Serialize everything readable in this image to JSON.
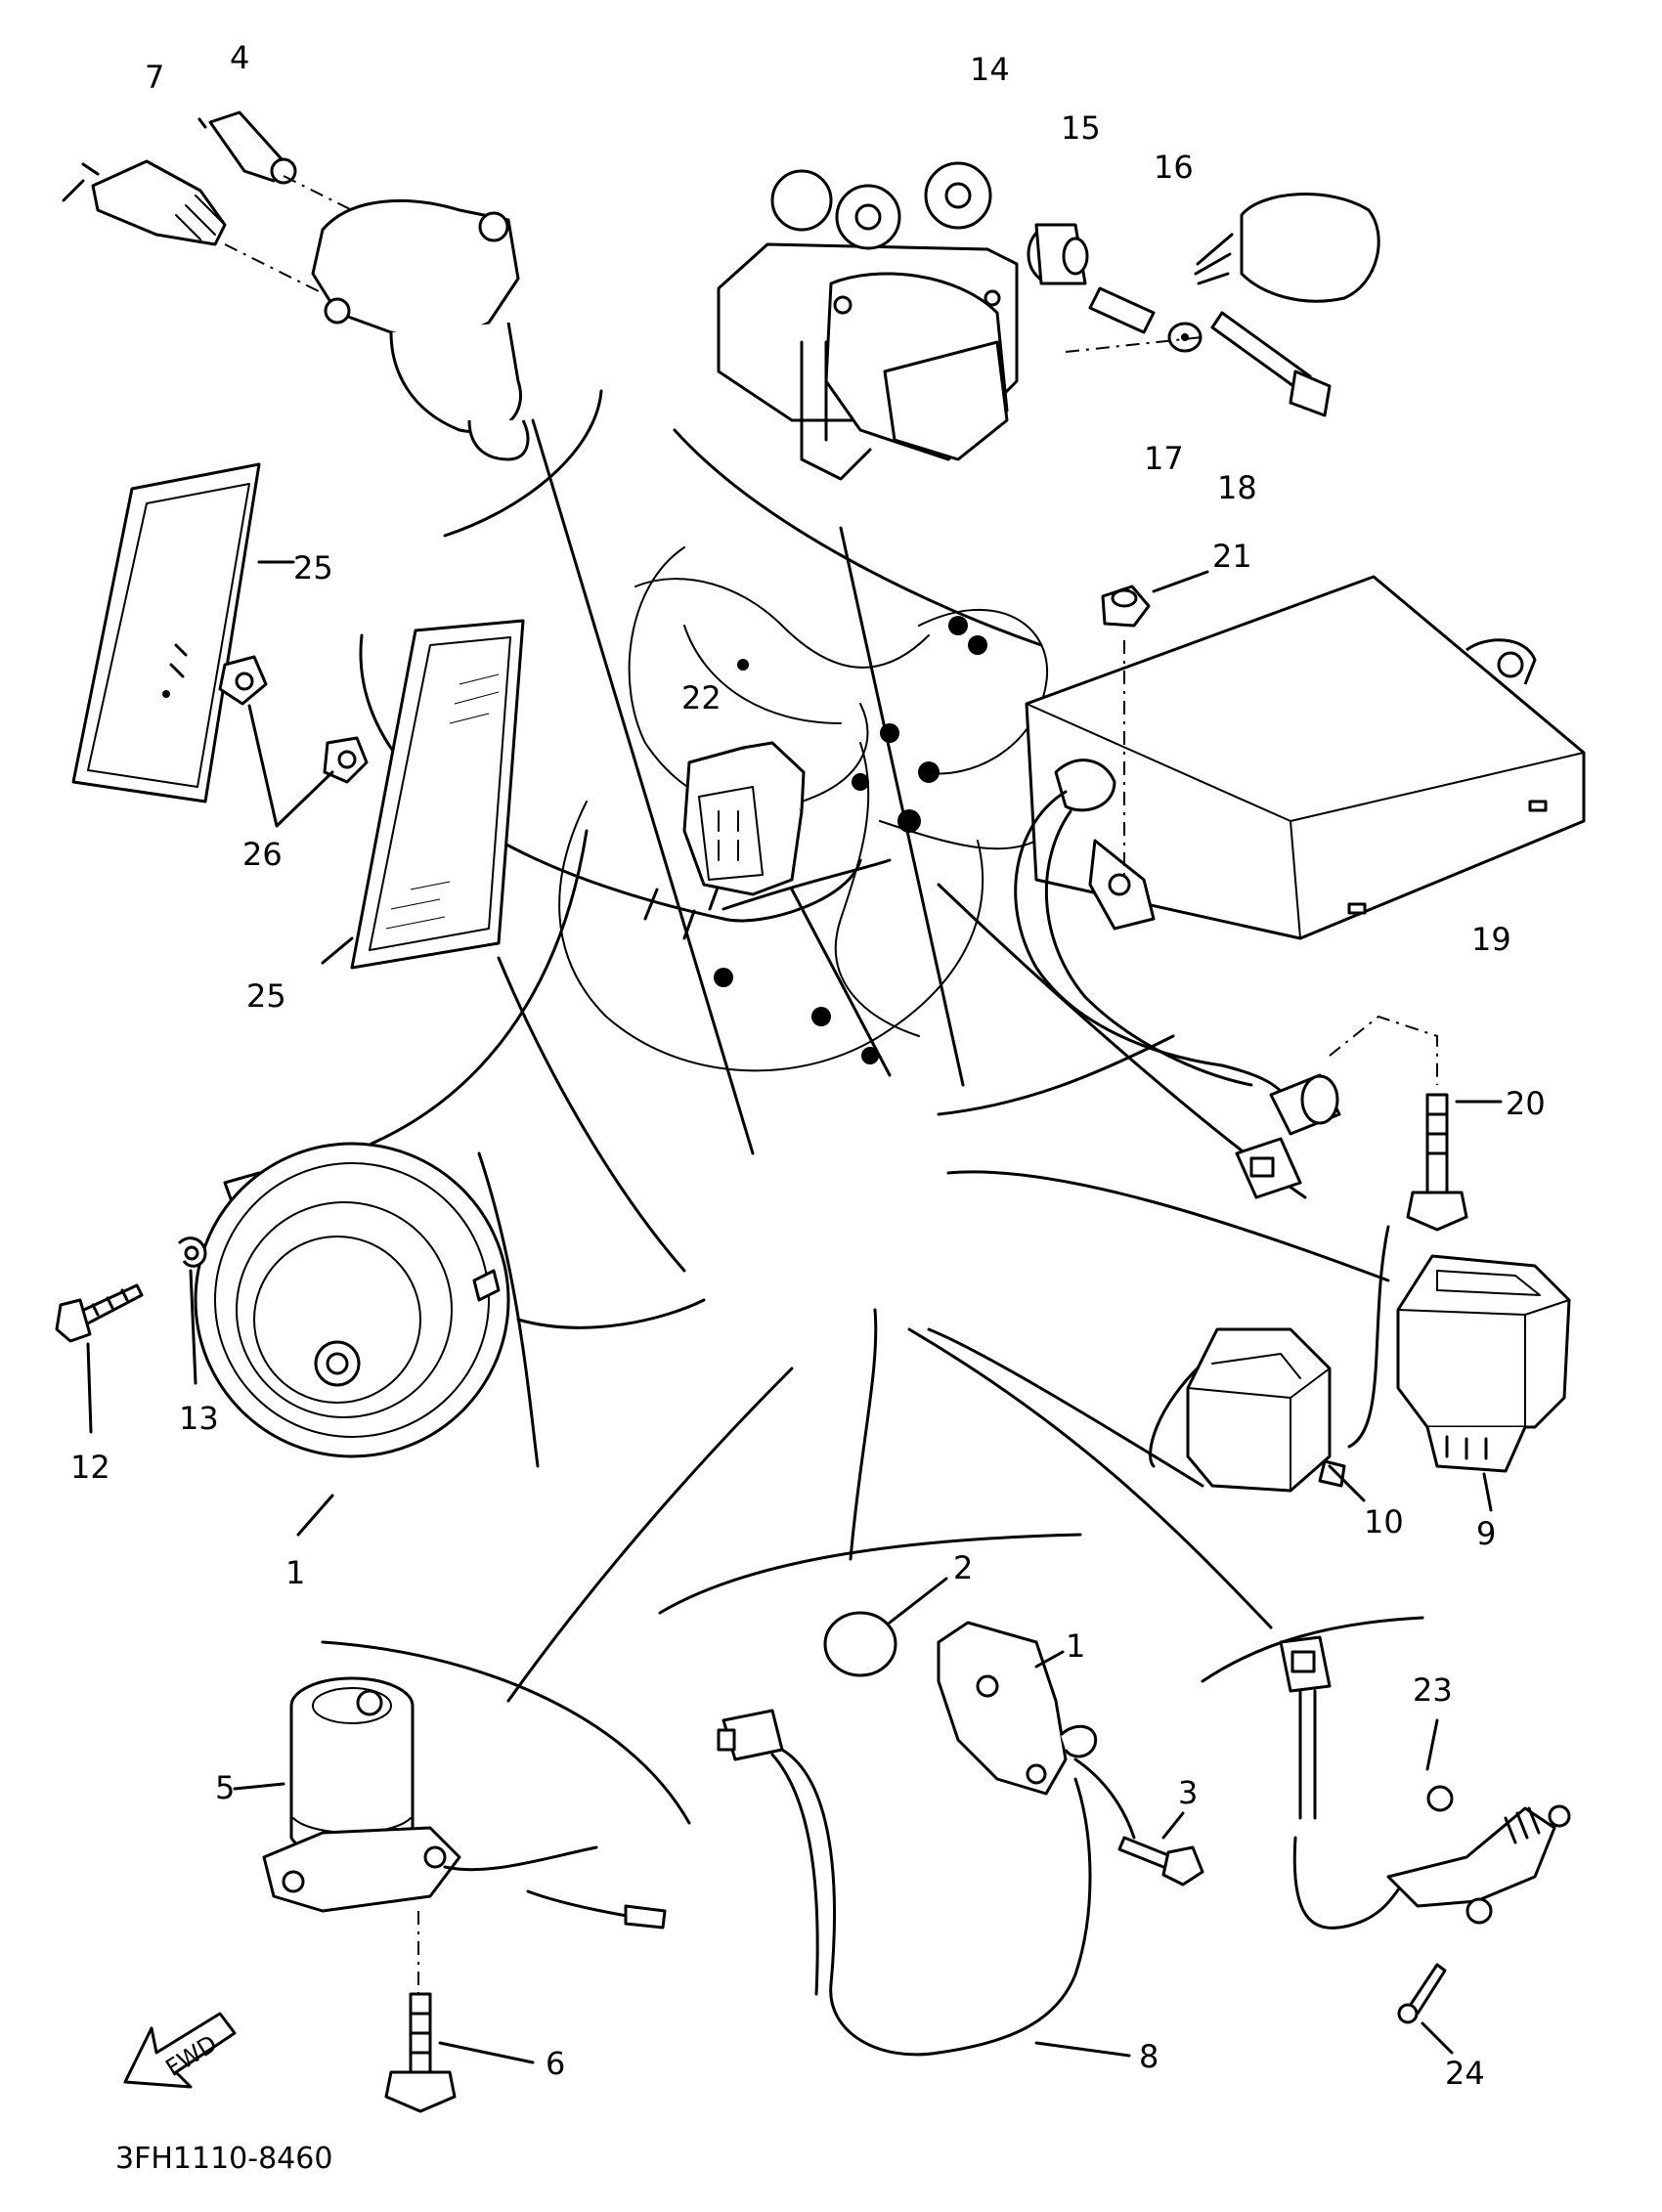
{
  "diagram": {
    "drawing_code": "3FH1110-8460",
    "direction_arrow_label": "FWD",
    "callouts": {
      "c1a": "1",
      "c1b": "1",
      "c2": "2",
      "c3": "3",
      "c4": "4",
      "c5": "5",
      "c6": "6",
      "c7": "7",
      "c8": "8",
      "c9": "9",
      "c10": "10",
      "c12": "12",
      "c13": "13",
      "c14": "14",
      "c15": "15",
      "c16": "16",
      "c17": "17",
      "c18": "18",
      "c19": "19",
      "c20": "20",
      "c21": "21",
      "c22": "22",
      "c23": "23",
      "c24": "24",
      "c25a": "25",
      "c25b": "25",
      "c26": "26"
    }
  }
}
